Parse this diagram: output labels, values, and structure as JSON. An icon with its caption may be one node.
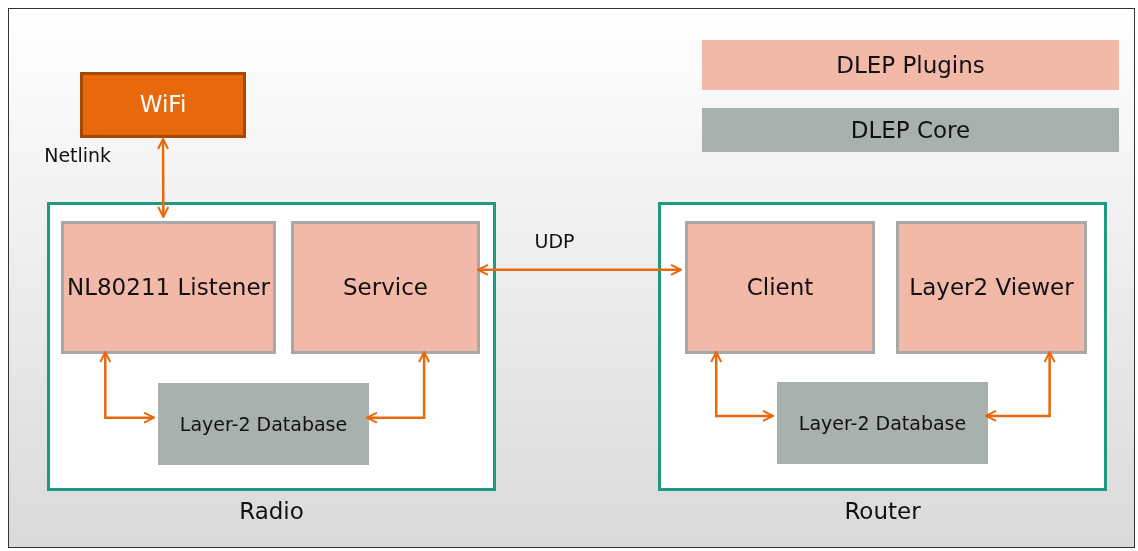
{
  "diagram": {
    "nodes": [
      {
        "text": [
          "WiFi"
        ]
      },
      {
        "text": [
          "Radio"
        ]
      },
      {
        "text": [
          "NL80211 Listener"
        ],
        "in": 1
      },
      {
        "text": [
          "Service"
        ],
        "in": 1
      },
      {
        "text": [
          "Layer-2 Database"
        ],
        "in": 1
      },
      {
        "text": [
          "Router"
        ]
      },
      {
        "text": [
          "Client"
        ],
        "in": 5
      },
      {
        "text": [
          "Layer2 Viewer"
        ],
        "in": 5
      },
      {
        "text": [
          "Layer-2 Database"
        ],
        "in": 5
      }
    ],
    "edges": [
      {
        "from": 0,
        "to": 2,
        "arrow": "both",
        "label": "Netlink"
      },
      {
        "from": 3,
        "to": 6,
        "arrow": "both",
        "label": "UDP"
      },
      {
        "from": 2,
        "to": 4,
        "arrow": "both"
      },
      {
        "from": 3,
        "to": 4,
        "arrow": "both"
      },
      {
        "from": 6,
        "to": 8,
        "arrow": "both"
      },
      {
        "from": 7,
        "to": 8,
        "arrow": "both"
      }
    ],
    "legend": [
      {
        "text": "DLEP Plugins",
        "color": "#f2b8a8"
      },
      {
        "text": "DLEP Core",
        "color": "#a9b1ae"
      }
    ]
  }
}
